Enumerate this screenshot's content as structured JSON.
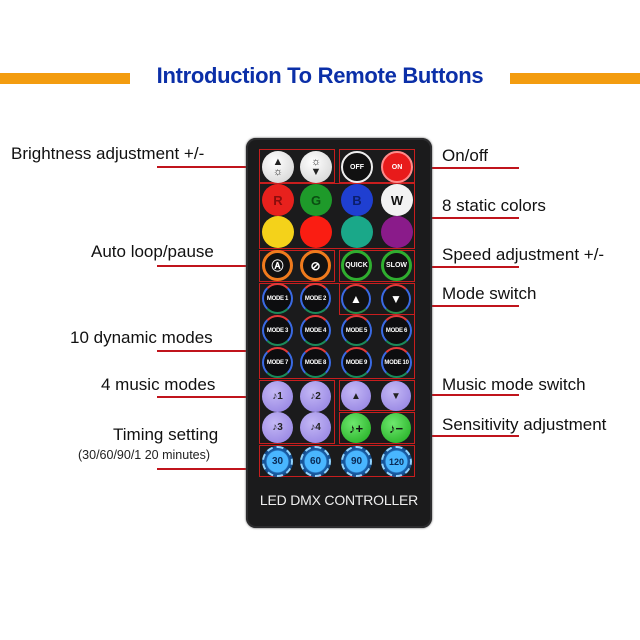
{
  "header": {
    "title": "Introduction To Remote Buttons",
    "accent_color": "#f39c0f",
    "title_color": "#0b2fa8"
  },
  "left_labels": {
    "brightness": "Brightness adjustment +/-",
    "auto_loop": "Auto loop/pause",
    "dynamic_modes": "10 dynamic modes",
    "music_modes": "4 music modes",
    "timing": "Timing setting",
    "timing_sub": "(30/60/90/1 20 minutes)"
  },
  "right_labels": {
    "on_off": "On/off",
    "static_colors": "8 static colors",
    "speed": "Speed adjustment +/-",
    "mode_switch": "Mode switch",
    "music_mode_switch": "Music mode switch",
    "sensitivity": "Sensitivity adjustment"
  },
  "remote": {
    "brightness_up": {
      "icon": "brightness-up-icon",
      "glyph": "▲☼"
    },
    "brightness_down": {
      "icon": "brightness-down-icon",
      "glyph": "☼▼"
    },
    "off_label": "OFF",
    "on_label": "ON",
    "colors": [
      {
        "label": "R",
        "bg": "#e8211d",
        "fg": "#8a0d0d"
      },
      {
        "label": "G",
        "bg": "#1e9a2a",
        "fg": "#0b4d12"
      },
      {
        "label": "B",
        "bg": "#1f3fd1",
        "fg": "#0b1e6b"
      },
      {
        "label": "W",
        "bg": "#f2f2f2",
        "fg": "#111111"
      },
      {
        "label": "",
        "bg": "#f4d21a",
        "fg": "#000"
      },
      {
        "label": "",
        "bg": "#fa1d12",
        "fg": "#000"
      },
      {
        "label": "",
        "bg": "#1aa889",
        "fg": "#000"
      },
      {
        "label": "",
        "bg": "#8a1b8a",
        "fg": "#000"
      }
    ],
    "auto_glyph": "Ⓐ",
    "pause_glyph": "⊘",
    "quick_label": "QUICK",
    "slow_label": "SLOW",
    "modes": [
      "MODE 1",
      "MODE 2",
      "MODE 3",
      "MODE 4",
      "MODE 5",
      "MODE 6",
      "MODE 7",
      "MODE 8",
      "MODE 9",
      "MODE 10"
    ],
    "mode_up_glyph": "▲",
    "mode_down_glyph": "▼",
    "music": [
      "♪1",
      "♪2",
      "♪3",
      "♪4"
    ],
    "music_up_glyph": "▲",
    "music_down_glyph": "▼",
    "sens_plus": "♪+",
    "sens_minus": "♪−",
    "timers": [
      {
        "value": "30",
        "unit": "min"
      },
      {
        "value": "60",
        "unit": "min"
      },
      {
        "value": "90",
        "unit": "min"
      },
      {
        "value": "120",
        "unit": "min"
      }
    ],
    "product_label": "LED DMX CONTROLLER"
  }
}
